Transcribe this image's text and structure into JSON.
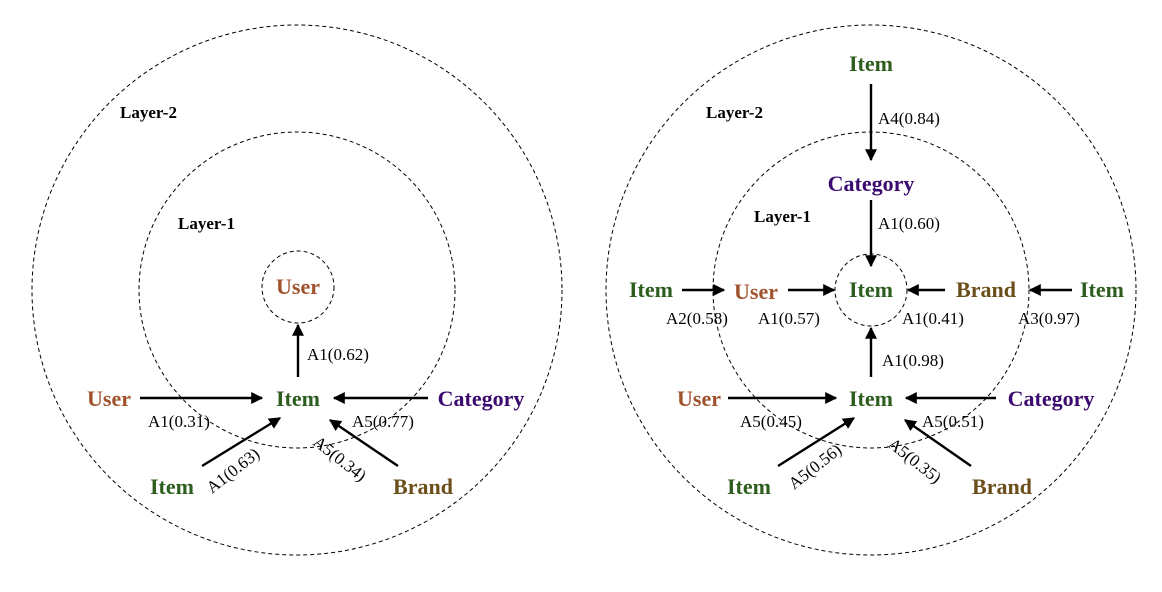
{
  "colors": {
    "user": "#a0522d",
    "item": "#2e5e1e",
    "category": "#3b0a6e",
    "brand": "#6b4f1a"
  },
  "left": {
    "layer_labels": [
      "Layer-2",
      "Layer-1"
    ],
    "nodes": {
      "center_user": "User",
      "item": "Item",
      "user": "User",
      "category": "Category",
      "item_bottom": "Item",
      "brand": "Brand"
    },
    "edges": {
      "item_to_user": "A1(0.62)",
      "user_to_item": "A1(0.31)",
      "category_to_item": "A5(0.77)",
      "item_bottom_to_item": "A1(0.63)",
      "brand_to_item": "A5(0.34)"
    }
  },
  "right": {
    "layer_labels": [
      "Layer-2",
      "Layer-1"
    ],
    "nodes": {
      "top_item": "Item",
      "category_top": "Category",
      "center_item": "Item",
      "left_item": "Item",
      "user_mid": "User",
      "brand_mid": "Brand",
      "right_item": "Item",
      "item_lower": "Item",
      "user_bottom": "User",
      "category_bottom": "Category",
      "item_bottom": "Item",
      "brand_bottom": "Brand"
    },
    "edges": {
      "top_item_to_category": "A4(0.84)",
      "category_to_center": "A1(0.60)",
      "left_item_to_user": "A2(0.58)",
      "user_to_center": "A1(0.57)",
      "brand_to_center": "A1(0.41)",
      "right_item_to_brand": "A3(0.97)",
      "item_lower_to_center": "A1(0.98)",
      "user_bottom_to_item": "A5(0.45)",
      "category_bottom_to_item": "A5(0.51)",
      "item_bottom_to_item": "A5(0.56)",
      "brand_bottom_to_item": "A5(0.35)"
    }
  }
}
